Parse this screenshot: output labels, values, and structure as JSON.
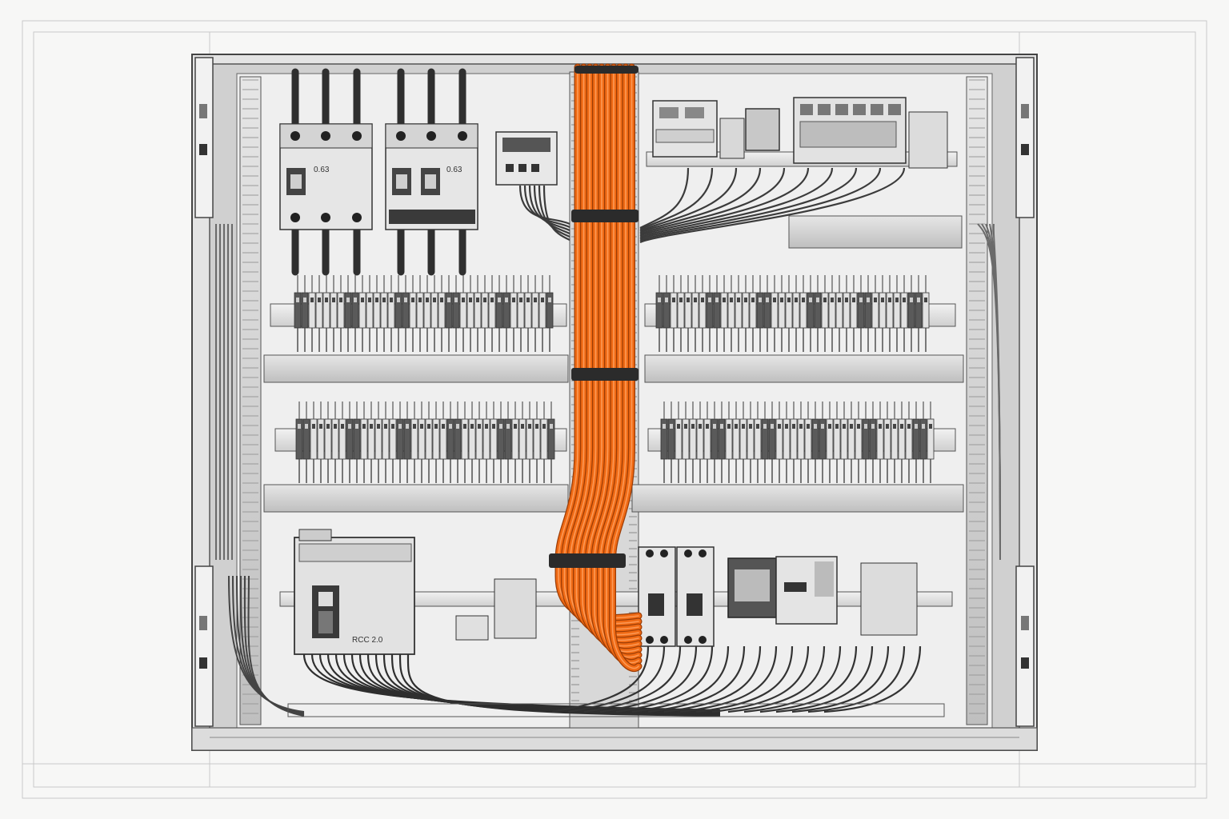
{
  "colors": {
    "background": "#f7f7f6",
    "frame_line": "#bdbdbd",
    "enclosure": "#d9d9d9",
    "backplate": "#ececec",
    "device": "#dedede",
    "device_dark": "#3a3a3a",
    "wire_dark": "#3b3b3b",
    "wire_gray": "#7a7a7a",
    "duct": "#cfcfcf",
    "orange_cable": "#f06a14",
    "orange_cable_dark": "#b84a08",
    "cable_tie": "#2b2b2b"
  },
  "labels": {
    "breaker_left": "0.63",
    "breaker_right": "0.63",
    "plc_module": "RCC 2.0"
  },
  "icons": {
    "breaker": "circuit-breaker-icon",
    "terminal": "terminal-block-icon",
    "cable_bundle": "orange-cable-bundle-icon",
    "latch": "door-latch-icon"
  }
}
